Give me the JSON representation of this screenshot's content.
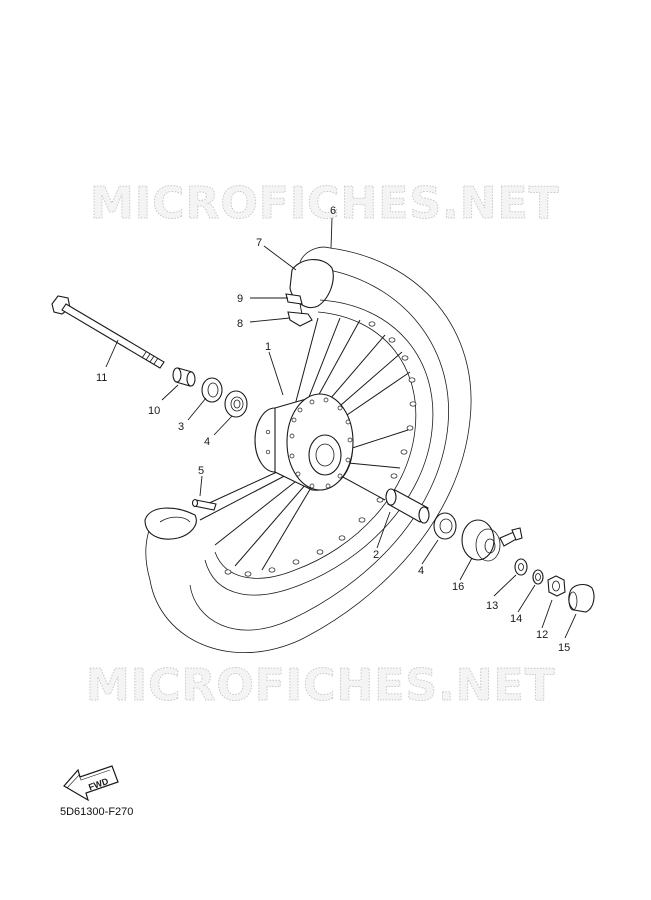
{
  "watermark": [
    "MICROFICHES.NET",
    "MICROFICHES.NET"
  ],
  "fwd_label": "FWD",
  "diagram_code": "5D61300-F270",
  "callouts": [
    "1",
    "2",
    "3",
    "4",
    "4",
    "5",
    "6",
    "7",
    "8",
    "9",
    "10",
    "11",
    "12",
    "13",
    "14",
    "15",
    "16"
  ]
}
